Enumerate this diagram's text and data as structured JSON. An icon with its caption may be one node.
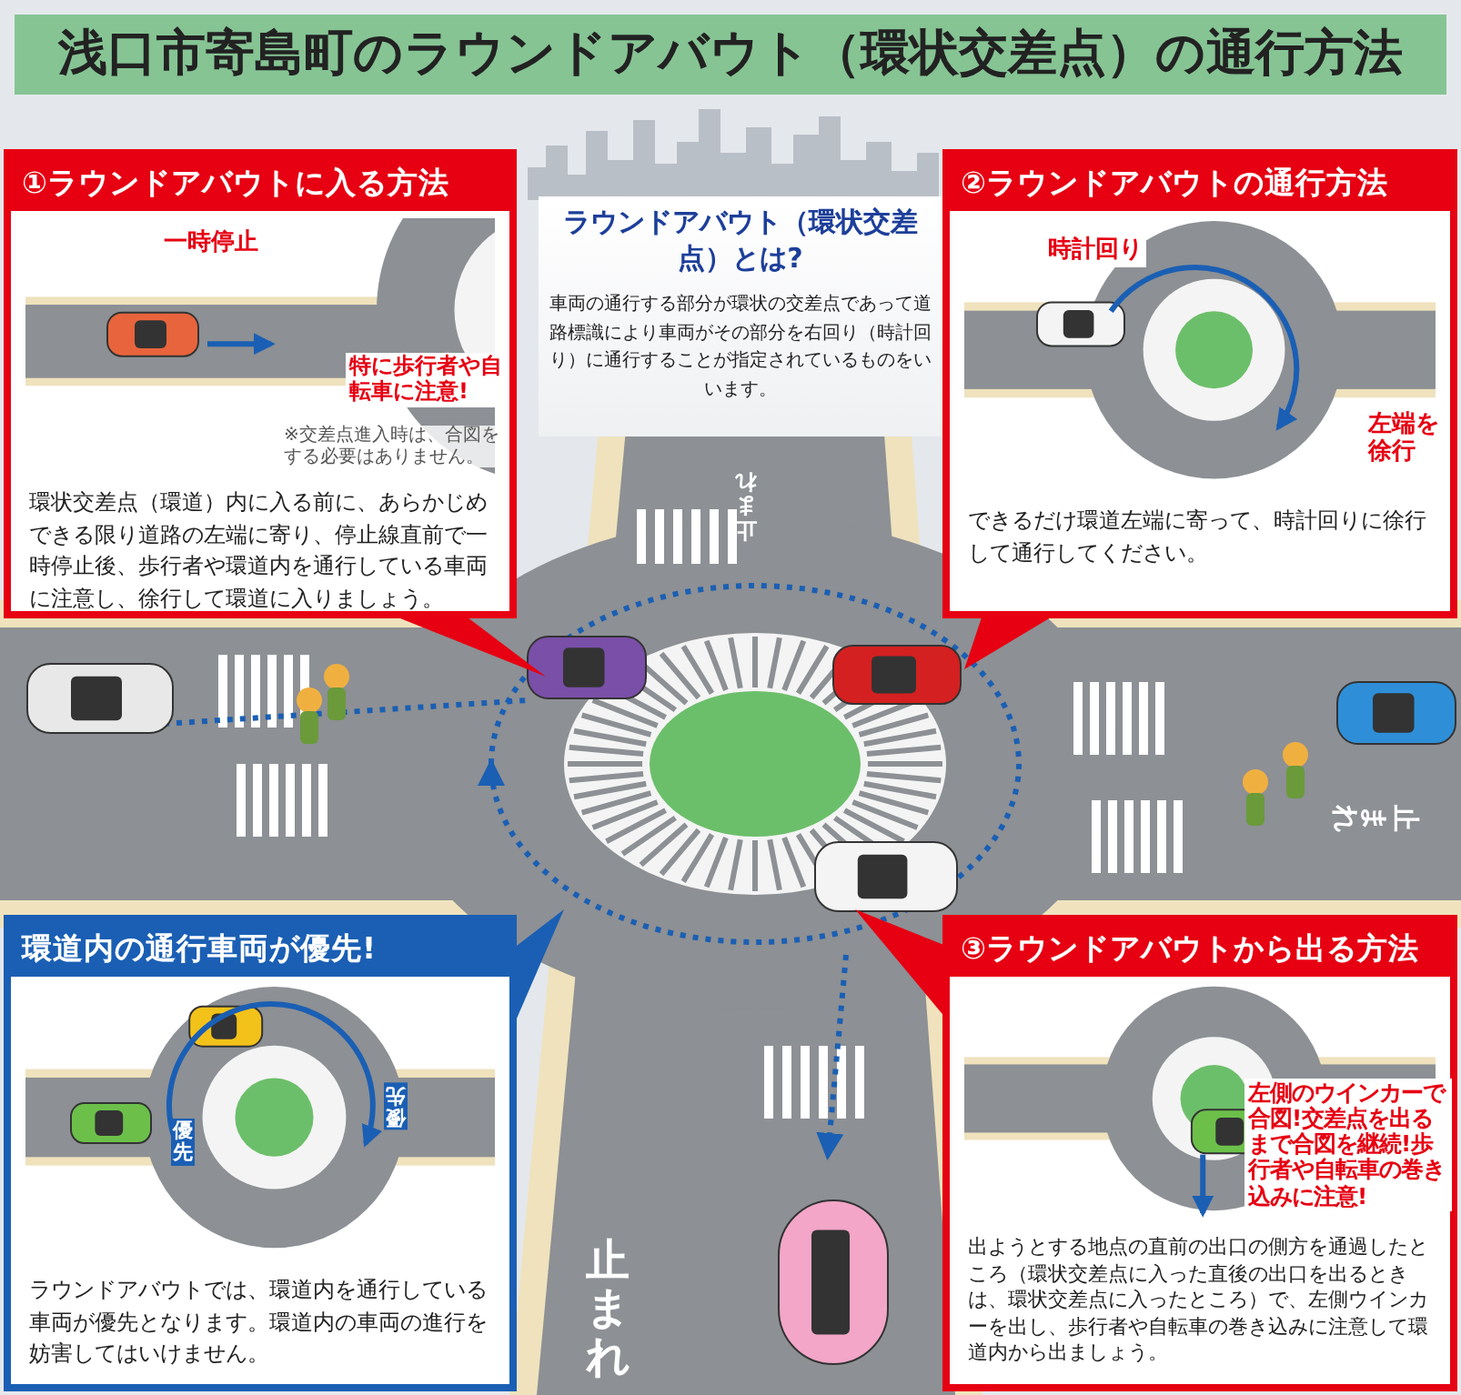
{
  "diagram": {
    "title": "浅口市寄島町のラウンドアバウト（環状交差点）の通行方法",
    "nodes": [
      {
        "text": [
          "①ラウンドアバウトに入る方法",
          "環状交差点（環道）内に入る前に、あらかじめできる限り道路の左端に寄り、停止線直前で一時停止後、歩行者や環道内を通行している車両に注意し、徐行して環道に入りましょう。"
        ]
      },
      {
        "text": [
          "ラウンドアバウト（環状交差点）とは?",
          "車両の通行する部分が環状の交差点であって道路標識により車両がその部分を右回り（時計回り）に通行することが指定されているものをいいます。"
        ]
      },
      {
        "text": [
          "②ラウンドアバウトの通行方法",
          "できるだけ環道左端に寄って、時計回りに徐行して通行してください。"
        ]
      },
      {
        "text": [
          "環道内の通行車両が優先!",
          "ラウンドアバウトでは、環道内を通行している車両が優先となります。環道内の車両の進行を妨害してはいけません。"
        ]
      },
      {
        "text": [
          "③ラウンドアバウトから出る方法",
          "出ようとする地点の直前の出口の側方を通過したところ（環状交差点に入った直後の出口を出るときは、環状交差点に入ったところ）で、左側ウインカーを出し、歩行者や自転車の巻き込みに注意して環道内から出ましょう。"
        ]
      }
    ],
    "labels": [
      "一時停止",
      "特に歩行者や自転車に注意!",
      "※交差点進入時は、合図をする必要はありません。",
      "時計回り",
      "左端を徐行",
      "止まれ",
      "止まれ",
      "優先",
      "優先",
      "左側のウインカーで合図!交差点を出るまで合図を継続!歩行者や自転車の巻き込みに注意!",
      "止まれ"
    ]
  }
}
